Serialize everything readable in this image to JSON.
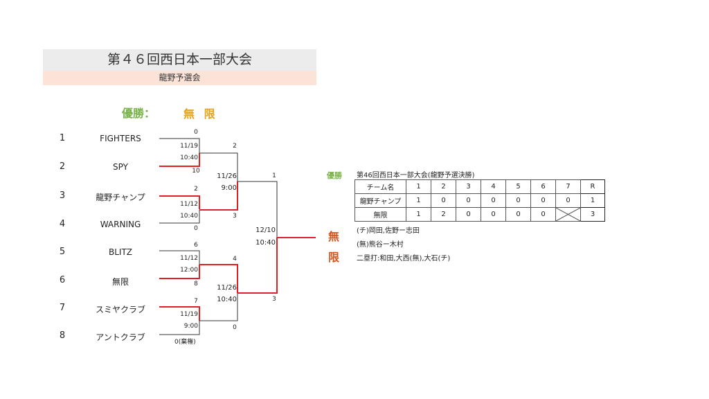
{
  "header": {
    "title": "第４６回西日本一部大会",
    "subtitle": "龍野予選会"
  },
  "winner": {
    "label": "優勝：",
    "name": "無 限"
  },
  "teams": [
    {
      "seed": "1",
      "name": "FIGHTERS"
    },
    {
      "seed": "2",
      "name": "SPY"
    },
    {
      "seed": "3",
      "name": "龍野チャンプ"
    },
    {
      "seed": "4",
      "name": "WARNING"
    },
    {
      "seed": "5",
      "name": "BLITZ"
    },
    {
      "seed": "6",
      "name": "無限"
    },
    {
      "seed": "7",
      "name": "スミヤクラブ"
    },
    {
      "seed": "8",
      "name": "アントクラブ"
    }
  ],
  "round1": [
    {
      "top_score": "0",
      "bottom_score": "10",
      "date": "11/19",
      "time": "10:40"
    },
    {
      "top_score": "2",
      "bottom_score": "0",
      "date": "11/12",
      "time": "10:40"
    },
    {
      "top_score": "6",
      "bottom_score": "8",
      "date": "11/12",
      "time": "12:00"
    },
    {
      "top_score": "7",
      "bottom_score": "0(棄権)",
      "date": "11/19",
      "time": "9:00"
    }
  ],
  "round2": [
    {
      "top_score": "2",
      "bottom_score": "3",
      "date": "11/26",
      "time": "9:00"
    },
    {
      "top_score": "4",
      "bottom_score": "0",
      "date": "11/26",
      "time": "10:40"
    }
  ],
  "final": {
    "top_score": "1",
    "bottom_score": "3",
    "date": "12/10",
    "time": "10:40",
    "champion_char1": "無",
    "champion_char2": "限"
  },
  "result": {
    "label": "優勝",
    "title": "第46回西日本一部大会(龍野予選決勝)",
    "header": [
      "チーム名",
      "1",
      "2",
      "3",
      "4",
      "5",
      "6",
      "7",
      "R"
    ],
    "rows": [
      {
        "team": "龍野チャンプ",
        "innings": [
          "1",
          "0",
          "0",
          "0",
          "0",
          "0",
          "0"
        ],
        "runs": "1"
      },
      {
        "team": "無限",
        "innings": [
          "1",
          "2",
          "0",
          "0",
          "0",
          "0",
          ""
        ],
        "runs": "3"
      }
    ],
    "notes": [
      "(チ)岡田,佐野ー志田",
      "(無)熊谷ー木村",
      "二塁打:和田,大西(無),大石(チ)"
    ]
  },
  "colors": {
    "win_line": "#e02020",
    "line": "#333333",
    "winner_label": "#7ab34a",
    "winner_name": "#e8a21a",
    "champion": "#d9541a"
  }
}
